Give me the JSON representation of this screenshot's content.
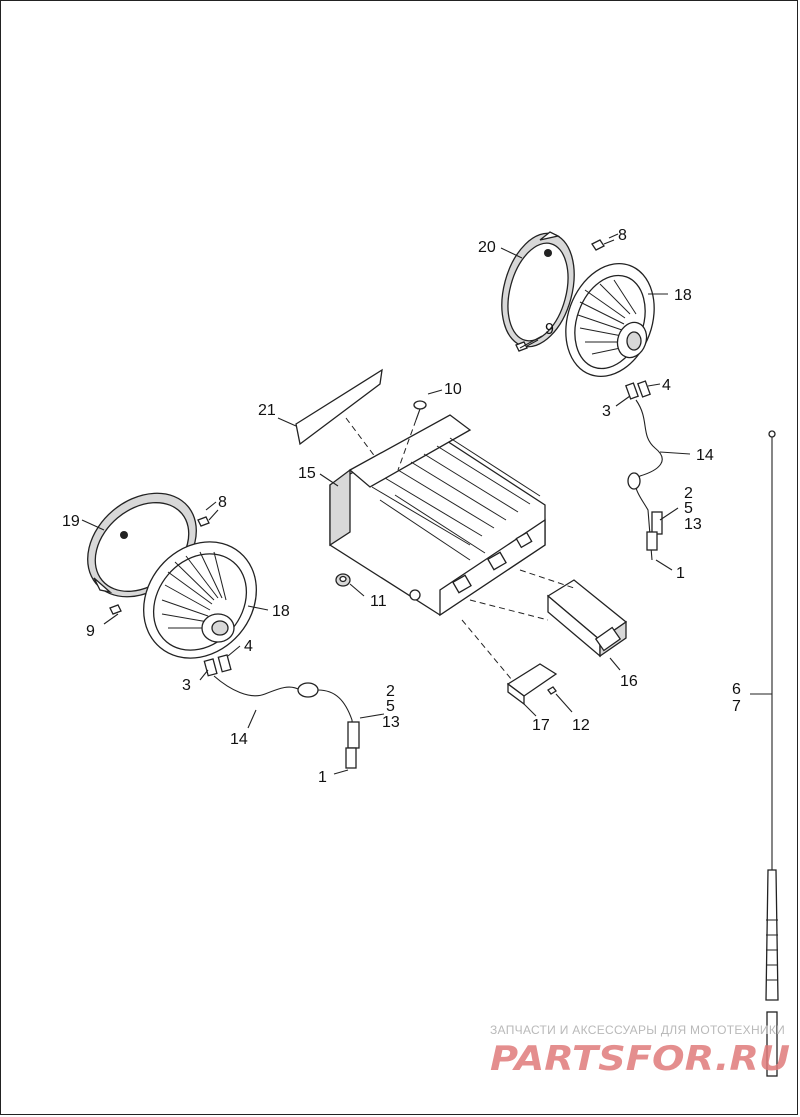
{
  "callouts": {
    "c21": "21",
    "c10": "10",
    "c20": "20",
    "c8a": "8",
    "c18a": "18",
    "c9a": "9",
    "c4a": "4",
    "c3a": "3",
    "c14a": "14",
    "c2a": "2",
    "c5a": "5",
    "c13a": "13",
    "c1a": "1",
    "c15": "15",
    "c11": "11",
    "c19": "19",
    "c8b": "8",
    "c9b": "9",
    "c18b": "18",
    "c4b": "4",
    "c3b": "3",
    "c14b": "14",
    "c2b": "2",
    "c5b": "5",
    "c13b": "13",
    "c1b": "1",
    "c16": "16",
    "c17": "17",
    "c12": "12",
    "c6": "6",
    "c7": "7"
  },
  "watermark": {
    "tagline": "ЗАПЧАСТИ И АКСЕССУАРЫ ДЛЯ МОТОТЕХНИКИ",
    "logo": "PARTSFOR.RU"
  },
  "colors": {
    "line": "#222222",
    "watermark_logo": "#e07b7b",
    "watermark_text": "#b9b9b9"
  }
}
